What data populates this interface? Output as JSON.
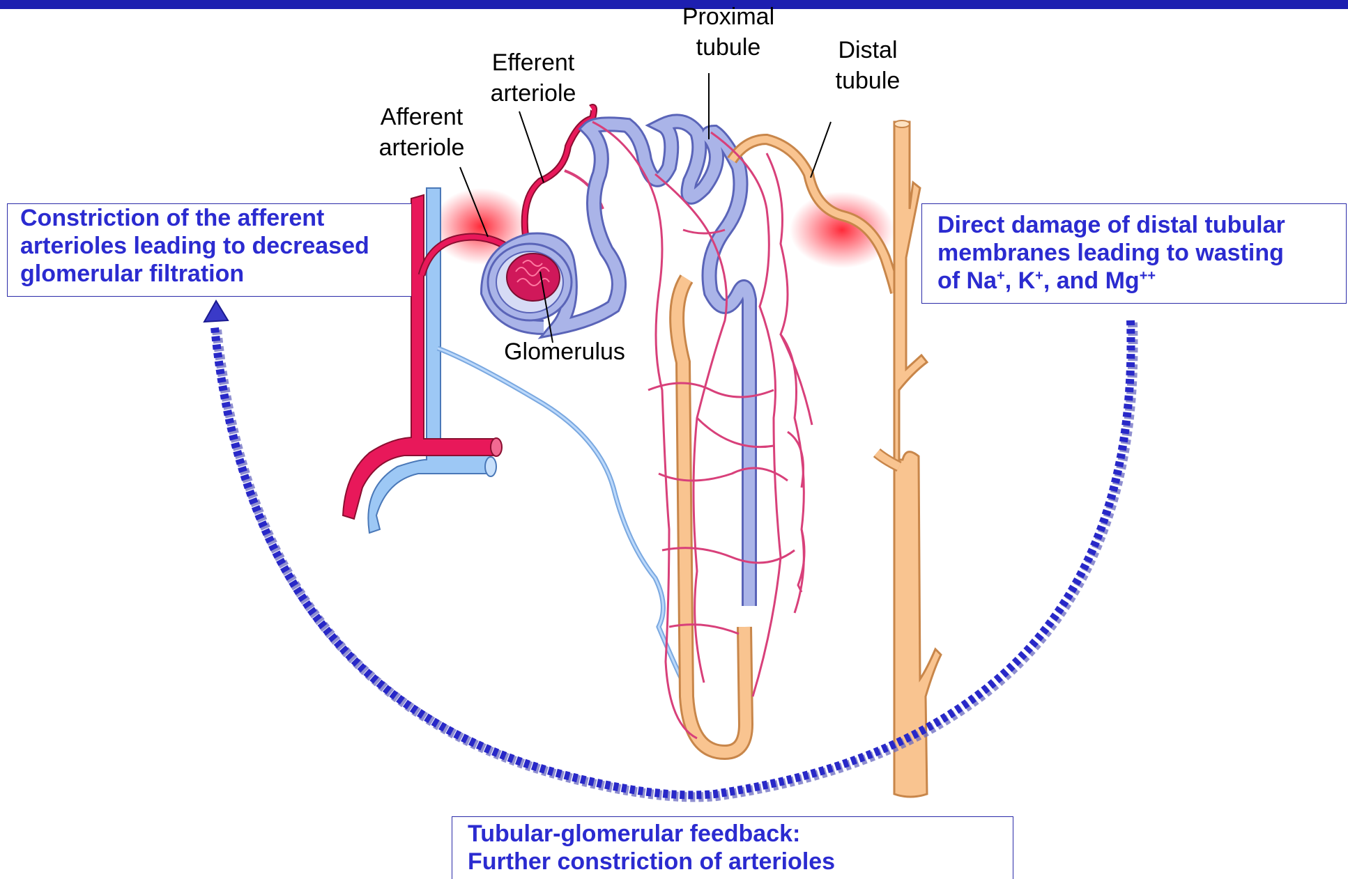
{
  "labels": {
    "proximal": [
      "Proximal",
      "tubule"
    ],
    "efferent": [
      "Efferent",
      "arteriole"
    ],
    "distal": [
      "Distal",
      "tubule"
    ],
    "afferent": [
      "Afferent",
      "arteriole"
    ],
    "glomerulus": "Glomerulus"
  },
  "boxes": {
    "left": {
      "lines": [
        "Constriction of the afferent",
        "arterioles leading to decreased",
        "glomerular filtration"
      ]
    },
    "right": {
      "lines": [
        "Direct damage of distal tubular",
        "membranes leading to wasting"
      ],
      "ions": {
        "pre": "of Na",
        "na_sup": "+",
        "sep1": ", K",
        "k_sup": "+",
        "sep2": ", and Mg",
        "mg_sup": "++"
      }
    },
    "bottom": {
      "lines": [
        "Tubular-glomerular feedback:",
        "Further constriction of arterioles"
      ]
    }
  },
  "colors": {
    "header_bar": "#1d1fb0",
    "box_text": "#2b2bd0",
    "arterial": "#e8185a",
    "venous": "#9dc8f5",
    "tubule_proximal": "#aab4e8",
    "tubule_distal": "#f9c490",
    "capillary": "#d8407a",
    "feedback_arrow": "#2828c8",
    "damage_glow": "#ff2030"
  },
  "icons": {
    "feedback_arrow": "dotted-arc-arrow-icon"
  }
}
